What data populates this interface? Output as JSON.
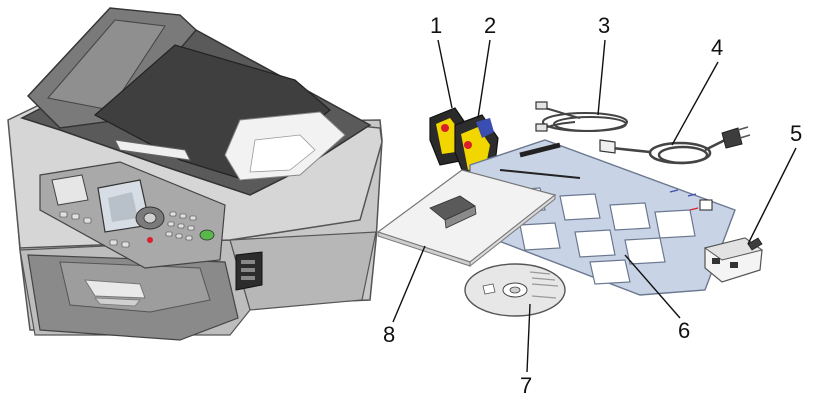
{
  "callouts": {
    "c1": "1",
    "c2": "2",
    "c3": "3",
    "c4": "4",
    "c5": "5",
    "c6": "6",
    "c7": "7",
    "c8": "8"
  },
  "colors": {
    "printer_body": "#cfcfcf",
    "printer_dark": "#6a6a6a",
    "printer_lid": "#4f4f4f",
    "sheet_blue": "#c9d3e6",
    "cartridge_yellow": "#f2d600",
    "cartridge_red": "#d81f2a",
    "cartridge_blue": "#3a4db0"
  },
  "icons": {
    "printer": "all-in-one-printer-icon",
    "black_cartridge": "black-cartridge-icon",
    "color_cartridge": "color-cartridge-icon",
    "phone_cord": "phone-cord-icon",
    "power_cord": "power-cord-icon",
    "adapter": "phone-adapter-icon",
    "setup_sheet": "setup-sheet-icon",
    "cd": "software-cd-icon",
    "booklet": "user-guide-booklet-icon"
  }
}
